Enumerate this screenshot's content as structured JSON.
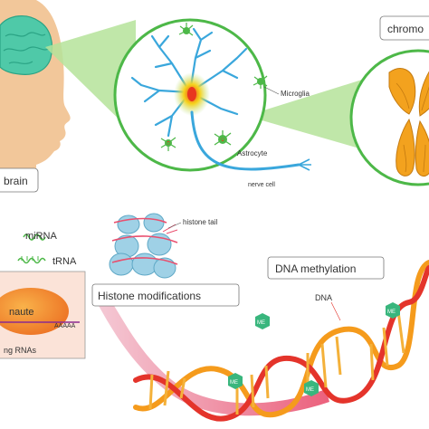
{
  "labels": {
    "brain": "brain",
    "chromosome": "chromo",
    "microglia": "Microglia",
    "astrocyte": "Astrocyte",
    "nerve_cell": "nerve cell",
    "mirna": "miRNA",
    "trna": "tRNA",
    "argonaute": "naute",
    "polya": "AAAAA",
    "ncrna": "ng RNAs",
    "histone_tail": "histone tail",
    "histone_mod": "Histone modifications",
    "dna_methylation": "DNA methylation",
    "dna": "DNA",
    "methyl": "ME"
  },
  "colors": {
    "skin": "#f2c79a",
    "brain": "#4fc9a8",
    "green_ring": "#4db848",
    "zoom_beam": "#b5e39a",
    "neuron": "#3aa7dc",
    "nucleus": "#e8361f",
    "chromosome": "#f3a21e",
    "histone": "#9fd1e6",
    "strand_red": "#e4342b",
    "strand_orange": "#f59b1c",
    "me_badge": "#39b67d"
  }
}
